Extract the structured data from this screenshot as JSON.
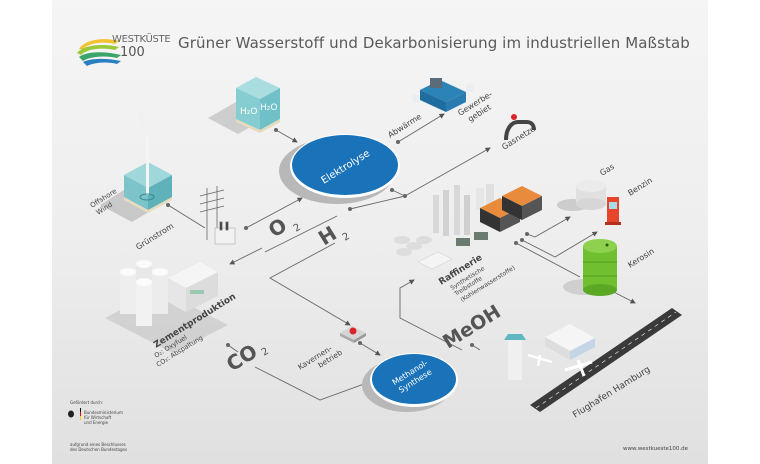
{
  "header": {
    "title": "Grüner Wasserstoff und Dekarbonisierung im industriellen Maßstab",
    "logo_line1": "WESTKÜSTE",
    "logo_line2": "100"
  },
  "nodes": {
    "offshore_wind": "Offshore\nWind",
    "offshore_wind_1": "Offshore",
    "offshore_wind_2": "Wind",
    "water_1": "H₂O",
    "water_2": "H₂O",
    "gruenstrom": "Grünstrom",
    "elektrolyse": "Elektrolyse",
    "abwaerme": "Abwärme",
    "gewerbegebiet_1": "Gewerbe-",
    "gewerbegebiet_2": "gebiet",
    "gasnetze": "Gasnetze",
    "o2": "O",
    "o2_sub": "2",
    "h2": "H",
    "h2_sub": "2",
    "zementproduktion": "Zementproduktion",
    "zement_sub1": "O₂: Oxyfuel",
    "zement_sub2": "CO₂: Abspaltung",
    "co2": "CO",
    "co2_sub": "2",
    "kavernen_1": "Kavernen-",
    "kavernen_2": "betrieb",
    "methanol_1": "Methanol-",
    "methanol_2": "Synthese",
    "meoh": "MeOH",
    "raffinerie": "Raffinerie",
    "raffinerie_sub1": "Synthetische",
    "raffinerie_sub2": "Treibstoffe",
    "raffinerie_sub3": "(Kohlenwasserstoffe)",
    "gas": "Gas",
    "benzin": "Benzin",
    "kerosin": "Kerosin",
    "flughafen": "Flughafen Hamburg"
  },
  "footer": {
    "funded_by": "Gefördert durch:",
    "ministry_1": "Bundesministerium",
    "ministry_2": "für Wirtschaft",
    "ministry_3": "und Energie",
    "decision_1": "aufgrund eines Beschlusses",
    "decision_2": "des Deutschen Bundestages",
    "url": "www.westkueste100.de"
  },
  "colors": {
    "accent_blue": "#1a72b8",
    "water_teal": "#7cc9cf",
    "kerosin_green": "#74c23a",
    "pump_red": "#e6452b",
    "text_gray": "#444444"
  }
}
